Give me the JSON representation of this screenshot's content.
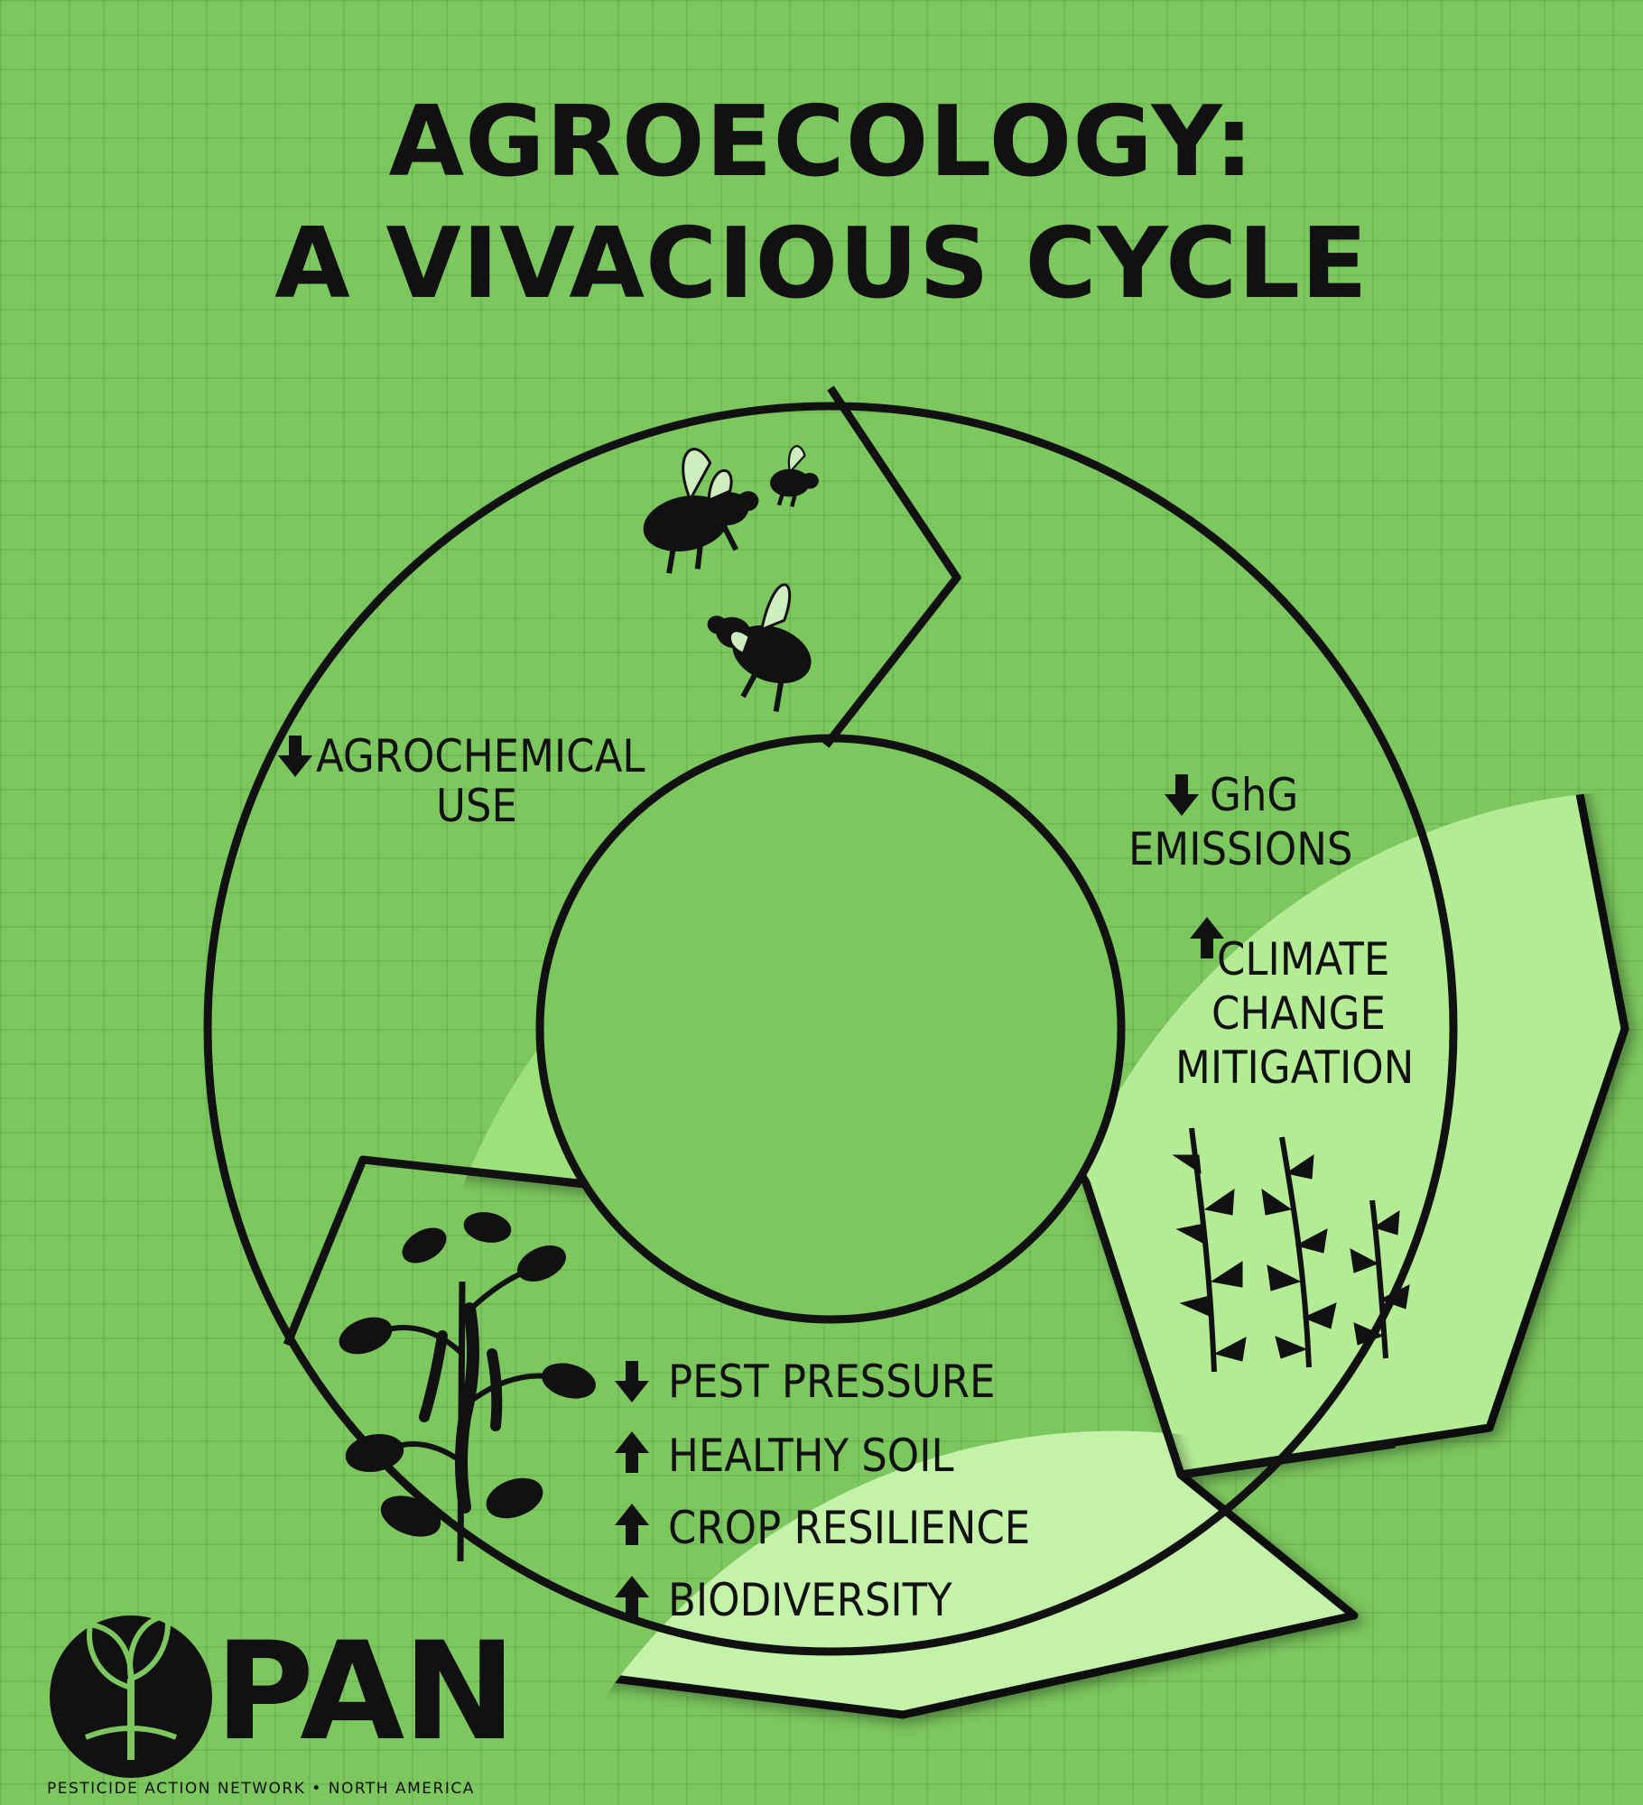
{
  "title": {
    "line1": "AGROECOLOGY:",
    "line2": "A VIVACIOUS CYCLE"
  },
  "segments": {
    "agrochemical": {
      "line1": "AGROCHEMICAL",
      "line2": "USE",
      "arrow": "down",
      "illustration": "bees-icon"
    },
    "climate": {
      "emissions_line1": "GhG",
      "emissions_line2": "EMISSIONS",
      "emissions_arrow": "down",
      "mitigation_line1": "CLIMATE",
      "mitigation_line2": "CHANGE",
      "mitigation_line3": "MITIGATION",
      "mitigation_arrow": "up",
      "illustration": "ferns-icon"
    },
    "soil": {
      "items": [
        {
          "text": "PEST PRESSURE",
          "arrow": "down"
        },
        {
          "text": "HEALTHY SOIL",
          "arrow": "up"
        },
        {
          "text": "CROP RESILIENCE",
          "arrow": "up"
        },
        {
          "text": "BIODIVERSITY",
          "arrow": "up"
        }
      ],
      "illustration": "bean-plant-icon"
    }
  },
  "colors": {
    "background": "#7dc75f",
    "segment_mid": "#9ee079",
    "segment_light": "#b4eb95",
    "segment_lightest": "#c4f2a9",
    "ink": "#111111"
  },
  "logo": {
    "name": "PAN",
    "subtitle": "PESTICIDE ACTION NETWORK • NORTH AMERICA",
    "icon": "seedling-logo-icon"
  }
}
